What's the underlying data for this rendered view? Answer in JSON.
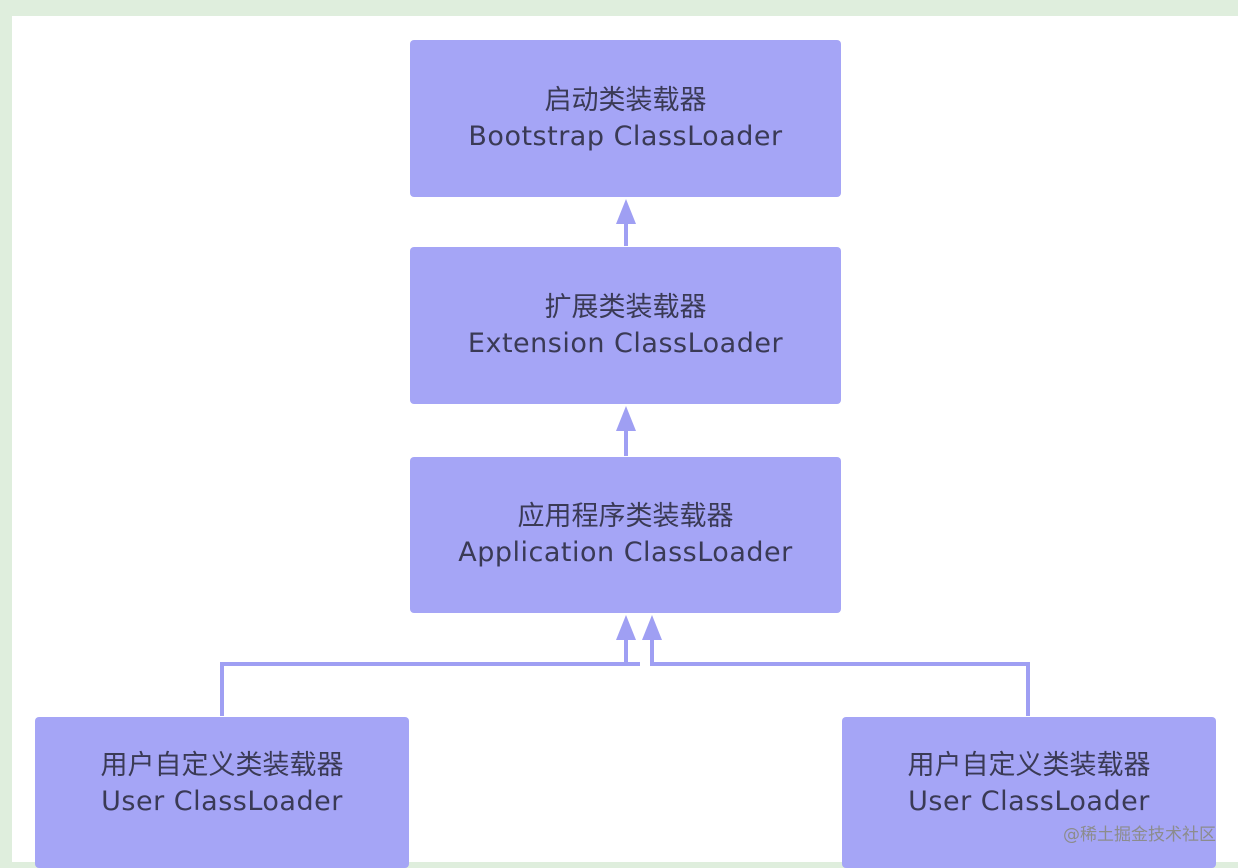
{
  "colors": {
    "page_background": "#dfeedd",
    "canvas": "#ffffff",
    "box_fill": "#a5a5f6",
    "connector": "#9f9ff3",
    "text": "#3a3a55"
  },
  "nodes": {
    "bootstrap": {
      "title_zh": "启动类装载器",
      "title_en": "Bootstrap ClassLoader"
    },
    "extension": {
      "title_zh": "扩展类装载器",
      "title_en": "Extension ClassLoader"
    },
    "application": {
      "title_zh": "应用程序类装载器",
      "title_en": "Application ClassLoader"
    },
    "user_left": {
      "title_zh": "用户自定义类装载器",
      "title_en": "User ClassLoader"
    },
    "user_right": {
      "title_zh": "用户自定义类装载器",
      "title_en": "User ClassLoader"
    }
  },
  "edges": [
    {
      "from": "extension",
      "to": "bootstrap"
    },
    {
      "from": "application",
      "to": "extension"
    },
    {
      "from": "user_left",
      "to": "application"
    },
    {
      "from": "user_right",
      "to": "application"
    }
  ],
  "watermark": "@稀土掘金技术社区"
}
